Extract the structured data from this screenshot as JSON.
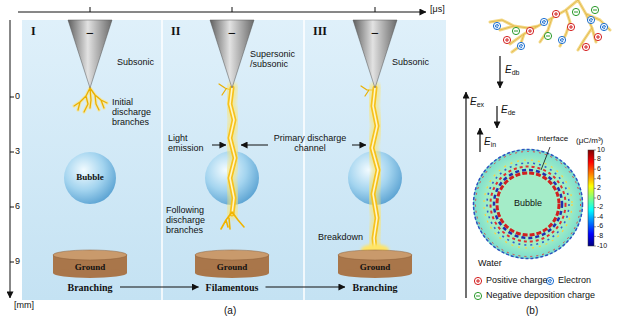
{
  "diagram": {
    "nodes": [
      {
        "text": [
          "I"
        ]
      },
      {
        "text": [
          "−"
        ],
        "in": 0
      },
      {
        "text": [
          "Bubble"
        ],
        "in": 0
      },
      {
        "text": [
          "Ground"
        ],
        "in": 0
      },
      {
        "text": [
          "Branching"
        ],
        "in": 0
      },
      {
        "text": [
          "II"
        ]
      },
      {
        "text": [
          "−"
        ],
        "in": 5
      },
      {
        "text": [
          "Ground"
        ],
        "in": 5
      },
      {
        "text": [
          "Filamentous"
        ],
        "in": 5
      },
      {
        "text": [
          "III"
        ]
      },
      {
        "text": [
          "−"
        ],
        "in": 9
      },
      {
        "text": [
          "Ground"
        ],
        "in": 9
      },
      {
        "text": [
          "Branching"
        ],
        "in": 9
      },
      {
        "text": [
          "Bubble"
        ]
      }
    ],
    "edges": [
      {
        "from": 4,
        "to": 8,
        "arrow": "to"
      },
      {
        "from": 8,
        "to": 12,
        "arrow": "to"
      }
    ],
    "labels": [
      "[μs]",
      "0",
      "3",
      "6",
      "9",
      "[mm]",
      "Subsonic",
      "Initial discharge branches",
      "Supersonic /subsonic",
      "Light emission",
      "Primary discharge channel",
      "Following discharge branches",
      "Subsonic",
      "Breakdown",
      "(a)",
      "Edb",
      "Eex",
      "Ede",
      "Ein",
      "Interface",
      "(μC/m³)",
      "10",
      "8",
      "6",
      "4",
      "2",
      "0",
      "-2",
      "-4",
      "-6",
      "-8",
      "-10",
      "Water",
      "(b)"
    ],
    "legend": [
      {
        "text": "Positive charge"
      },
      {
        "text": "Electron"
      },
      {
        "text": "Negative deposition charge"
      }
    ]
  }
}
